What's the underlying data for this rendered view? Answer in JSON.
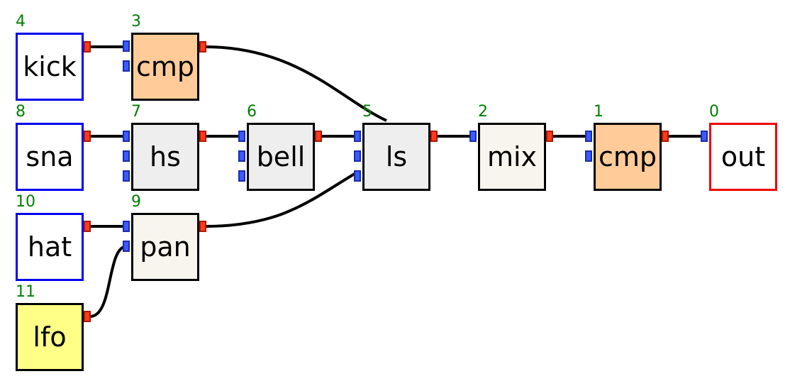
{
  "colors": {
    "source_border": "#0000ee",
    "output_border": "#ee0000",
    "node_border": "#000000",
    "index_text": "#008000",
    "in_port": "#3b5bff",
    "out_port": "#ff3a1a",
    "wire": "#000000"
  },
  "nodes": [
    {
      "id": "n4",
      "label": "kick",
      "index": "4",
      "kind": "src",
      "fill": "#ffffff"
    },
    {
      "id": "n3",
      "label": "cmp",
      "index": "3",
      "kind": "fx",
      "fill": "#ffcc99"
    },
    {
      "id": "n8",
      "label": "sna",
      "index": "8",
      "kind": "src",
      "fill": "#ffffff"
    },
    {
      "id": "n7",
      "label": "hs",
      "index": "7",
      "kind": "fx",
      "fill": "#eeeeee"
    },
    {
      "id": "n6",
      "label": "bell",
      "index": "6",
      "kind": "fx",
      "fill": "#eeeeee"
    },
    {
      "id": "n5",
      "label": "ls",
      "index": "5",
      "kind": "fx",
      "fill": "#eeeeee"
    },
    {
      "id": "n2",
      "label": "mix",
      "index": "2",
      "kind": "fx",
      "fill": "#f7f5ee"
    },
    {
      "id": "n1",
      "label": "cmp",
      "index": "1",
      "kind": "fx",
      "fill": "#ffcc99"
    },
    {
      "id": "n0",
      "label": "out",
      "index": "0",
      "kind": "dst",
      "fill": "#ffffff"
    },
    {
      "id": "n10",
      "label": "hat",
      "index": "10",
      "kind": "src",
      "fill": "#ffffff"
    },
    {
      "id": "n9",
      "label": "pan",
      "index": "9",
      "kind": "fx",
      "fill": "#f7f5ee"
    },
    {
      "id": "n11",
      "label": "lfo",
      "index": "11",
      "kind": "fx",
      "fill": "#ffff88"
    }
  ],
  "connections": [
    {
      "from": "kick",
      "to": "cmp (3)"
    },
    {
      "from": "cmp (3)",
      "to": "ls"
    },
    {
      "from": "sna",
      "to": "hs"
    },
    {
      "from": "hs",
      "to": "bell"
    },
    {
      "from": "bell",
      "to": "ls"
    },
    {
      "from": "ls",
      "to": "mix"
    },
    {
      "from": "mix",
      "to": "cmp (1)"
    },
    {
      "from": "cmp (1)",
      "to": "out"
    },
    {
      "from": "hat",
      "to": "pan"
    },
    {
      "from": "lfo",
      "to": "pan"
    },
    {
      "from": "pan",
      "to": "ls"
    }
  ]
}
